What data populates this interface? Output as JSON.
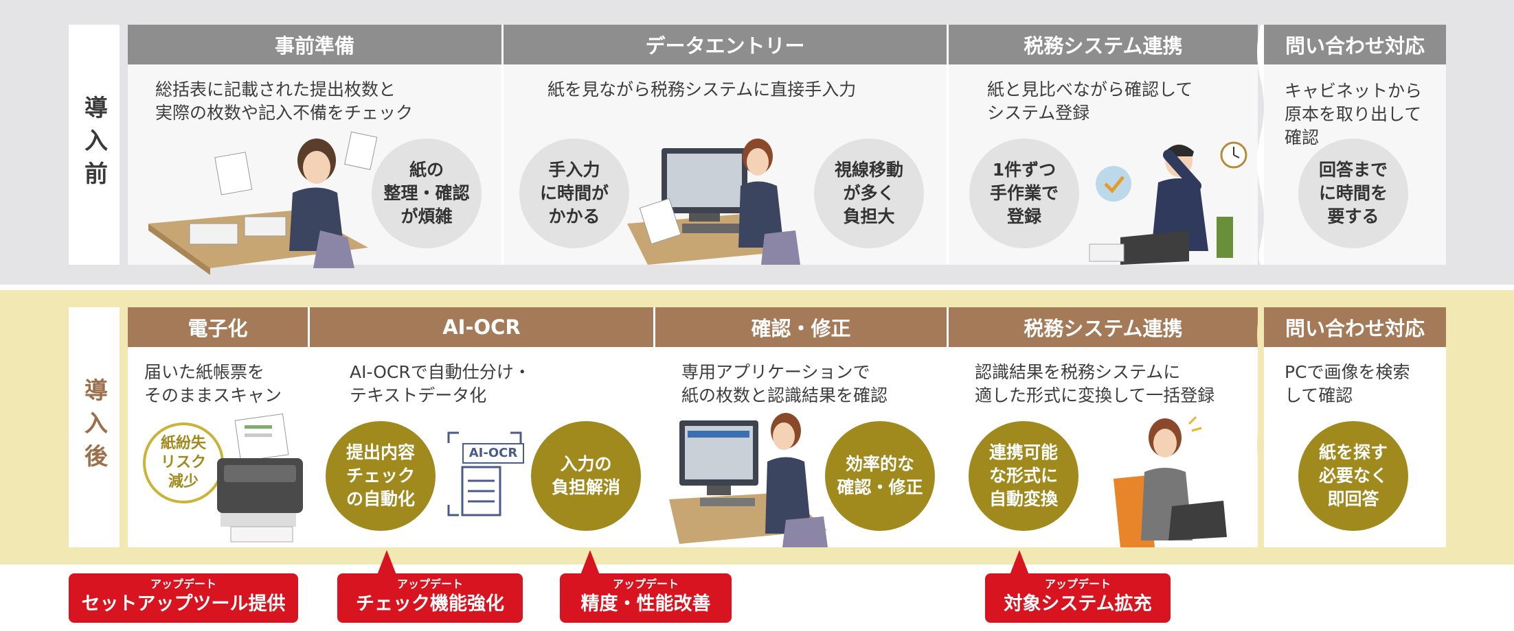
{
  "before": {
    "side_label": "導入前",
    "columns": [
      {
        "header": "事前準備",
        "desc": "総括表に記載された提出枚数と\n実際の枚数や記入不備をチェック",
        "circle": "紙の\n整理・確認\nが煩雑"
      },
      {
        "header": "データエントリー",
        "desc": "紙を見ながら税務システムに直接手入力",
        "circle_left": "手入力\nに時間が\nかかる",
        "circle_right": "視線移動\nが多く\n負担大"
      },
      {
        "header": "税務システム連携",
        "desc": "紙と見比べながら確認して\nシステム登録",
        "circle": "1件ずつ\n手作業で\n登録"
      },
      {
        "header": "問い合わせ対応",
        "desc": "キャビネットから\n原本を取り出して\n確認",
        "circle": "回答まで\nに時間を\n要する"
      }
    ]
  },
  "after": {
    "side_label": "導入後",
    "columns": [
      {
        "header": "電子化",
        "desc": "届いた紙帳票を\nそのままスキャン",
        "circle": "紙紛失\nリスク\n減少"
      },
      {
        "header": "AI-OCR",
        "desc": "AI-OCRで自動仕分け・\nテキストデータ化",
        "circle_left": "提出内容\nチェック\nの自動化",
        "circle_right": "入力の\n負担解消",
        "icon_label": "AI-OCR"
      },
      {
        "header": "確認・修正",
        "desc": "専用アプリケーションで\n紙の枚数と認識結果を確認",
        "circle": "効率的な\n確認・修正"
      },
      {
        "header": "税務システム連携",
        "desc": "認識結果を税務システムに\n適した形式に変換して一括登録",
        "circle": "連携可能\nな形式に\n自動変換"
      },
      {
        "header": "問い合わせ対応",
        "desc": "PCで画像を検索\nして確認",
        "circle": "紙を探す\n必要なく\n即回答"
      }
    ]
  },
  "updates": [
    {
      "small": "アップデート",
      "label": "セットアップツール提供"
    },
    {
      "small": "アップデート",
      "label": "チェック機能強化"
    },
    {
      "small": "アップデート",
      "label": "精度・性能改善"
    },
    {
      "small": "アップデート",
      "label": "対象システム拡充"
    }
  ],
  "colors": {
    "before_header": "#8e8e8e",
    "after_header": "#a57a58",
    "gold": "#a08a1d",
    "update_red": "#d7141f"
  }
}
